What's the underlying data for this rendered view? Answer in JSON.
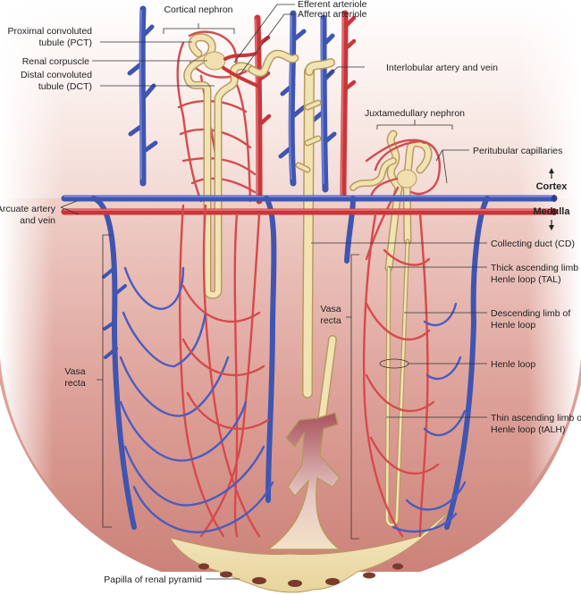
{
  "figure": {
    "title": "Cortical and juxtamedullary nephrons with vasculature",
    "regions": {
      "cortex": "Cortex",
      "medulla": "Medulla"
    },
    "labels": {
      "cortical_nephron": "Cortical nephron",
      "efferent_arteriole": "Efferent arteriole",
      "afferent_arteriole": "Afferent arteriole",
      "pct_line1": "Proximal convoluted",
      "pct_line2": "tubule (PCT)",
      "renal_corpuscle": "Renal corpuscle",
      "dct_line1": "Distal convoluted",
      "dct_line2": "tubule (DCT)",
      "interlobular": "Interlobular artery and vein",
      "juxtamedullary_nephron": "Juxtamedullary nephron",
      "peritubular_capillaries": "Peritubular capillaries",
      "arcuate_line1": "Arcuate artery",
      "arcuate_line2": "and vein",
      "collecting_duct": "Collecting duct (CD)",
      "tal_line1": "Thick ascending limb of",
      "tal_line2": "Henle loop (TAL)",
      "desc_line1": "Descending limb of",
      "desc_line2": "Henle loop",
      "henle_loop": "Henle loop",
      "talh_line1": "Thin ascending limb of",
      "talh_line2": "Henle loop (tALH)",
      "vasa_recta_left_1": "Vasa",
      "vasa_recta_left_2": "recta",
      "vasa_recta_mid_1": "Vasa",
      "vasa_recta_mid_2": "recta",
      "papilla": "Papilla of renal pyramid"
    },
    "colors": {
      "artery": "#c9363a",
      "vein": "#3f55b0",
      "tubule": "#eedcaa",
      "cortex_bg": "#f8ece8",
      "medulla_bg": "#d9918a"
    }
  }
}
